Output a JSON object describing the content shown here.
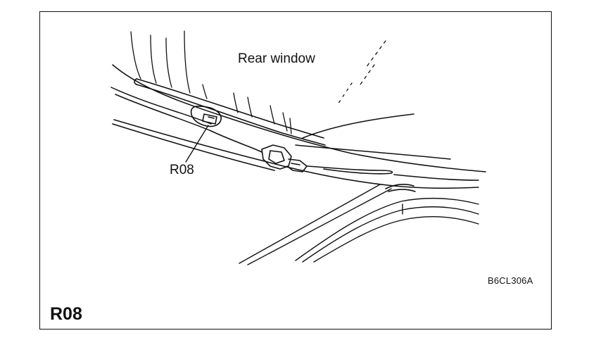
{
  "labels": {
    "rear_window": "Rear window",
    "connector_callout": "R08",
    "figure_code": "B6CL306A",
    "connector_title": "R08"
  },
  "colors": {
    "line": "#111111",
    "background": "#ffffff"
  }
}
